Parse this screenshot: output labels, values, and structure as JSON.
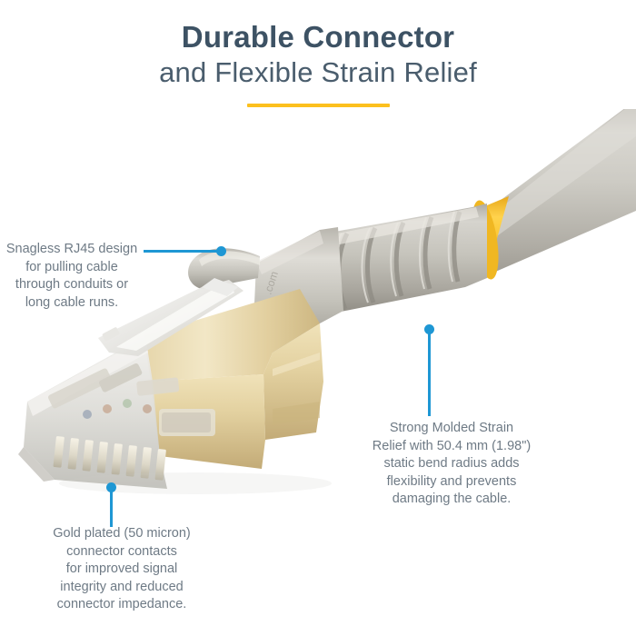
{
  "heading": {
    "line1": "Durable Connector",
    "line2": "and Flexible Strain Relief",
    "rule_color": "#fcc01e",
    "title_color": "#3d5264"
  },
  "callouts": [
    {
      "id": "snagless-design",
      "text": "Snagless RJ45 design\nfor pulling cable\nthrough conduits or\nlong cable runs.",
      "leader": "horizontal",
      "accent_color": "#1e97d4"
    },
    {
      "id": "gold-plated-contacts",
      "text": "Gold plated (50 micron)\nconnector contacts\nfor improved signal\nintegrity and reduced\nconnector impedance.",
      "leader": "vertical",
      "accent_color": "#1e97d4"
    },
    {
      "id": "strain-relief",
      "text": "Strong Molded Strain\nRelief with 50.4 mm (1.98\")\nstatic bend radius adds\nflexibility and prevents\ndamaging the cable.",
      "leader": "vertical",
      "accent_color": "#1e97d4"
    }
  ],
  "product": {
    "name": "shielded-rj45-patch-cable",
    "boot_color": "#b9b6ae",
    "cable_color": "#c8c6bf",
    "band_color": "#f9c22b",
    "shield_color": "#e7d7ae",
    "housing_color": "#e2e0dc",
    "emboss_text": ".com"
  },
  "palette": {
    "background": "#ffffff",
    "accent_blue": "#1e97d4",
    "accent_yellow": "#fcc01e",
    "body_text": "#6e7a85",
    "title_text": "#3d5264"
  }
}
